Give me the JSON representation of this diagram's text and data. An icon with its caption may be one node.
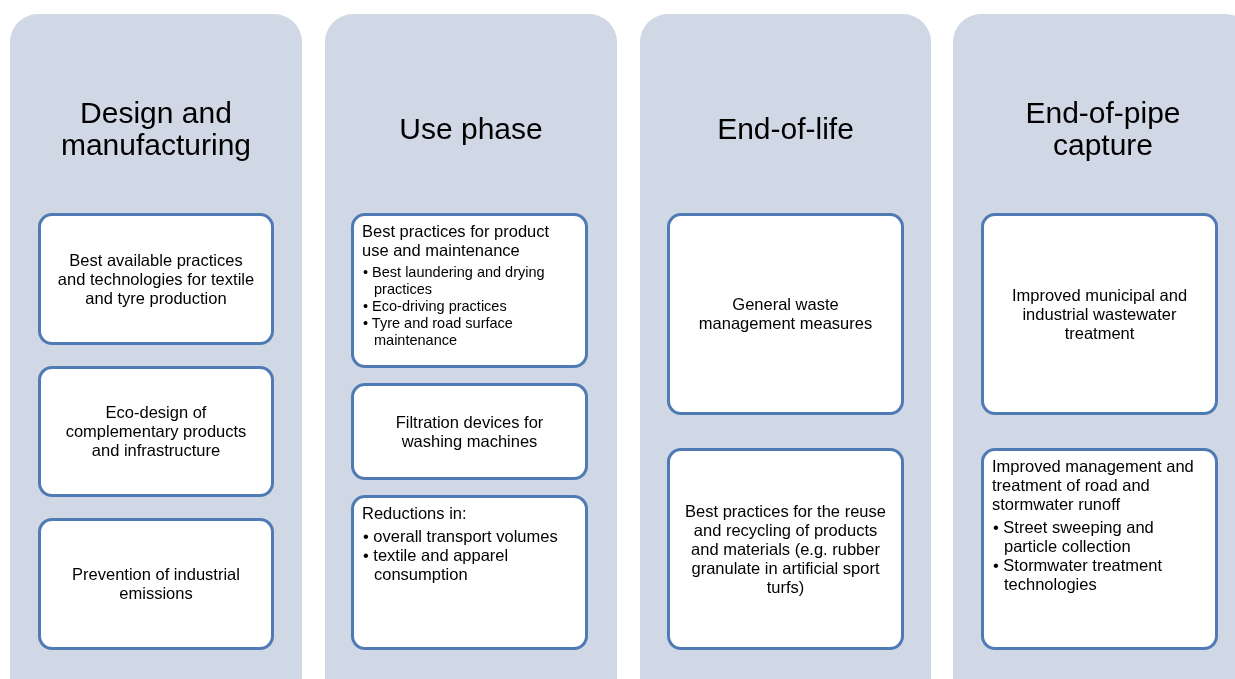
{
  "diagram": {
    "nodes": [
      {
        "text": [
          "Design and manufacturing"
        ]
      },
      {
        "text": [
          "Best available practices and technologies for textile and tyre production"
        ],
        "in": 0
      },
      {
        "text": [
          "Eco-design of complementary products and infrastructure"
        ],
        "in": 0
      },
      {
        "text": [
          "Prevention of industrial emissions"
        ],
        "in": 0
      },
      {
        "text": [
          "Use phase"
        ]
      },
      {
        "text": [
          "Best practices for product use and maintenance",
          "• Best laundering and drying practices",
          "• Eco-driving practices",
          "• Tyre and road surface maintenance"
        ],
        "in": 4
      },
      {
        "text": [
          "Filtration devices for washing machines"
        ],
        "in": 4
      },
      {
        "text": [
          "Reductions in:",
          "• overall transport volumes",
          "• textile and apparel consumption"
        ],
        "in": 4
      },
      {
        "text": [
          "End-of-life"
        ]
      },
      {
        "text": [
          "General waste management measures"
        ],
        "in": 8
      },
      {
        "text": [
          "Best practices for the reuse and recycling of products and materials (e.g. rubber granulate in artificial sport turfs)"
        ],
        "in": 8
      },
      {
        "text": [
          "End-of-pipe capture"
        ]
      },
      {
        "text": [
          "Improved municipal and industrial wastewater treatment"
        ],
        "in": 11
      },
      {
        "text": [
          "Improved management and treatment of road and stormwater runoff",
          "• Street sweeping and particle collection",
          "• Stormwater treatment technologies"
        ],
        "in": 11
      }
    ]
  }
}
